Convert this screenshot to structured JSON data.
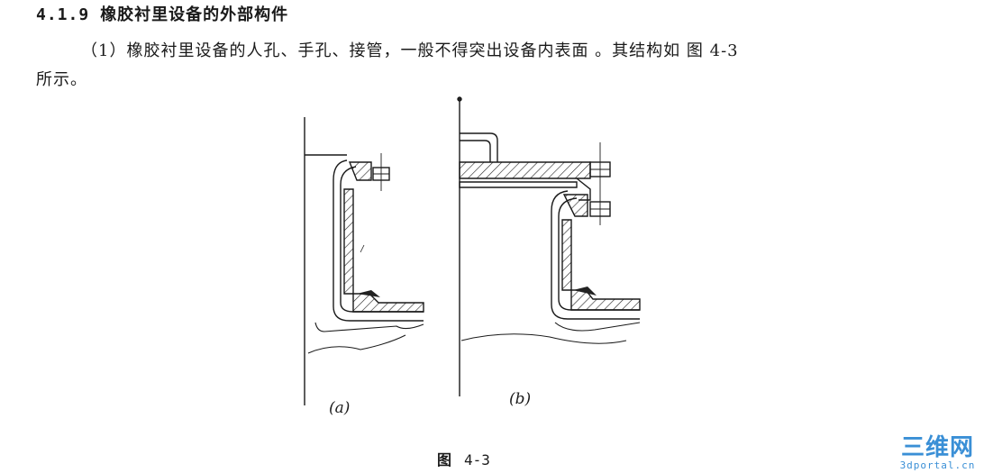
{
  "section": {
    "number": "4.1.9",
    "title": "橡胶衬里设备的外部构件"
  },
  "paragraph": {
    "line1": "（1）橡胶衬里设备的人孔、手孔、接管，一般不得突出设备内表面 。其结构如 图 4-3",
    "line2": "所示。"
  },
  "figure": {
    "sub_a": "(a)",
    "sub_b": "(b)",
    "caption_prefix": "图",
    "caption_number": "4-3"
  },
  "watermark": {
    "big": "三维网",
    "small": "3dportal.cn"
  }
}
